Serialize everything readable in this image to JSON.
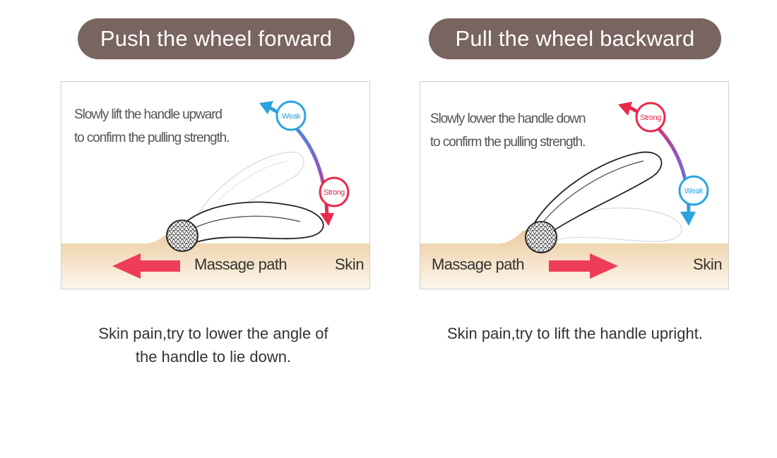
{
  "left": {
    "title": "Push the wheel forward",
    "instruction": [
      "Slowly lift the handle upward",
      "to confirm the pulling strength."
    ],
    "weak_label": "Weak",
    "strong_label": "Strong",
    "path_label": "Massage path",
    "skin_label": "Skin",
    "caption": [
      "Skin pain,try to lower the angle of",
      "the handle to lie down."
    ]
  },
  "right": {
    "title": "Pull the wheel backward",
    "instruction": [
      "Slowly lower the handle down",
      "to confirm the pulling strength."
    ],
    "weak_label": "Weak",
    "strong_label": "Strong",
    "path_label": "Massage path",
    "skin_label": "Skin",
    "caption": [
      "Skin pain,try to lift the handle upright."
    ]
  },
  "colors": {
    "pill": "#786560",
    "weak": "#2aa3e0",
    "strong": "#e8294a",
    "arrow": "#ee3d58",
    "skin_top": "#eed0a5",
    "skin_bottom": "#fdf6ec"
  }
}
